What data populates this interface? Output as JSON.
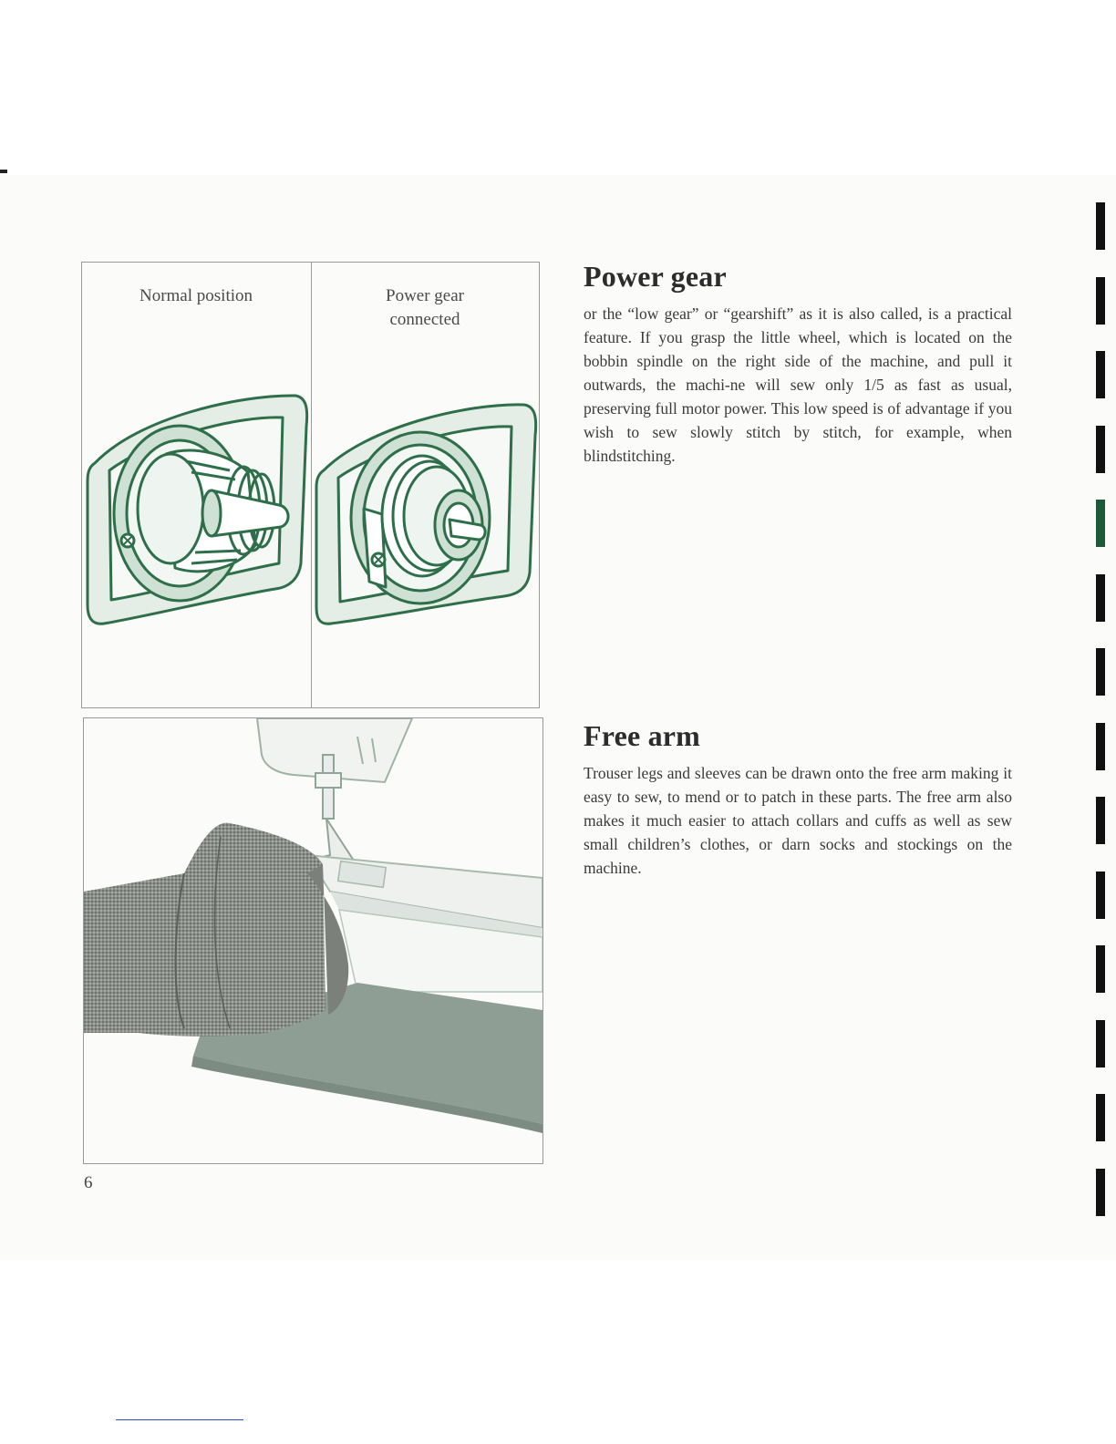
{
  "page": {
    "page_number": "6",
    "accent_color": "#1d5a3a",
    "illustration_green": "#2e6f4a"
  },
  "figure_top": {
    "left_label": "Normal position",
    "right_label_line1": "Power gear",
    "right_label_line2": "connected"
  },
  "sections": [
    {
      "heading": "Power gear",
      "body": "or the “low gear” or “gearshift” as it is also called, is a practical feature. If you grasp the little wheel, which is located on the bobbin spindle on the right side of the machine, and pull it outwards, the machi-ne will sew only 1/5 as fast as usual, preserving full motor power. This low speed is of advantage if you wish to sew slowly stitch by stitch, for example, when blindstitching."
    },
    {
      "heading": "Free arm",
      "body": "Trouser legs and sleeves can be drawn onto the free arm making it easy to sew, to mend or to patch in these parts. The free arm also makes it much easier to attach collars and cuffs as well as sew small children’s clothes, or darn socks and stockings on the machine."
    }
  ]
}
